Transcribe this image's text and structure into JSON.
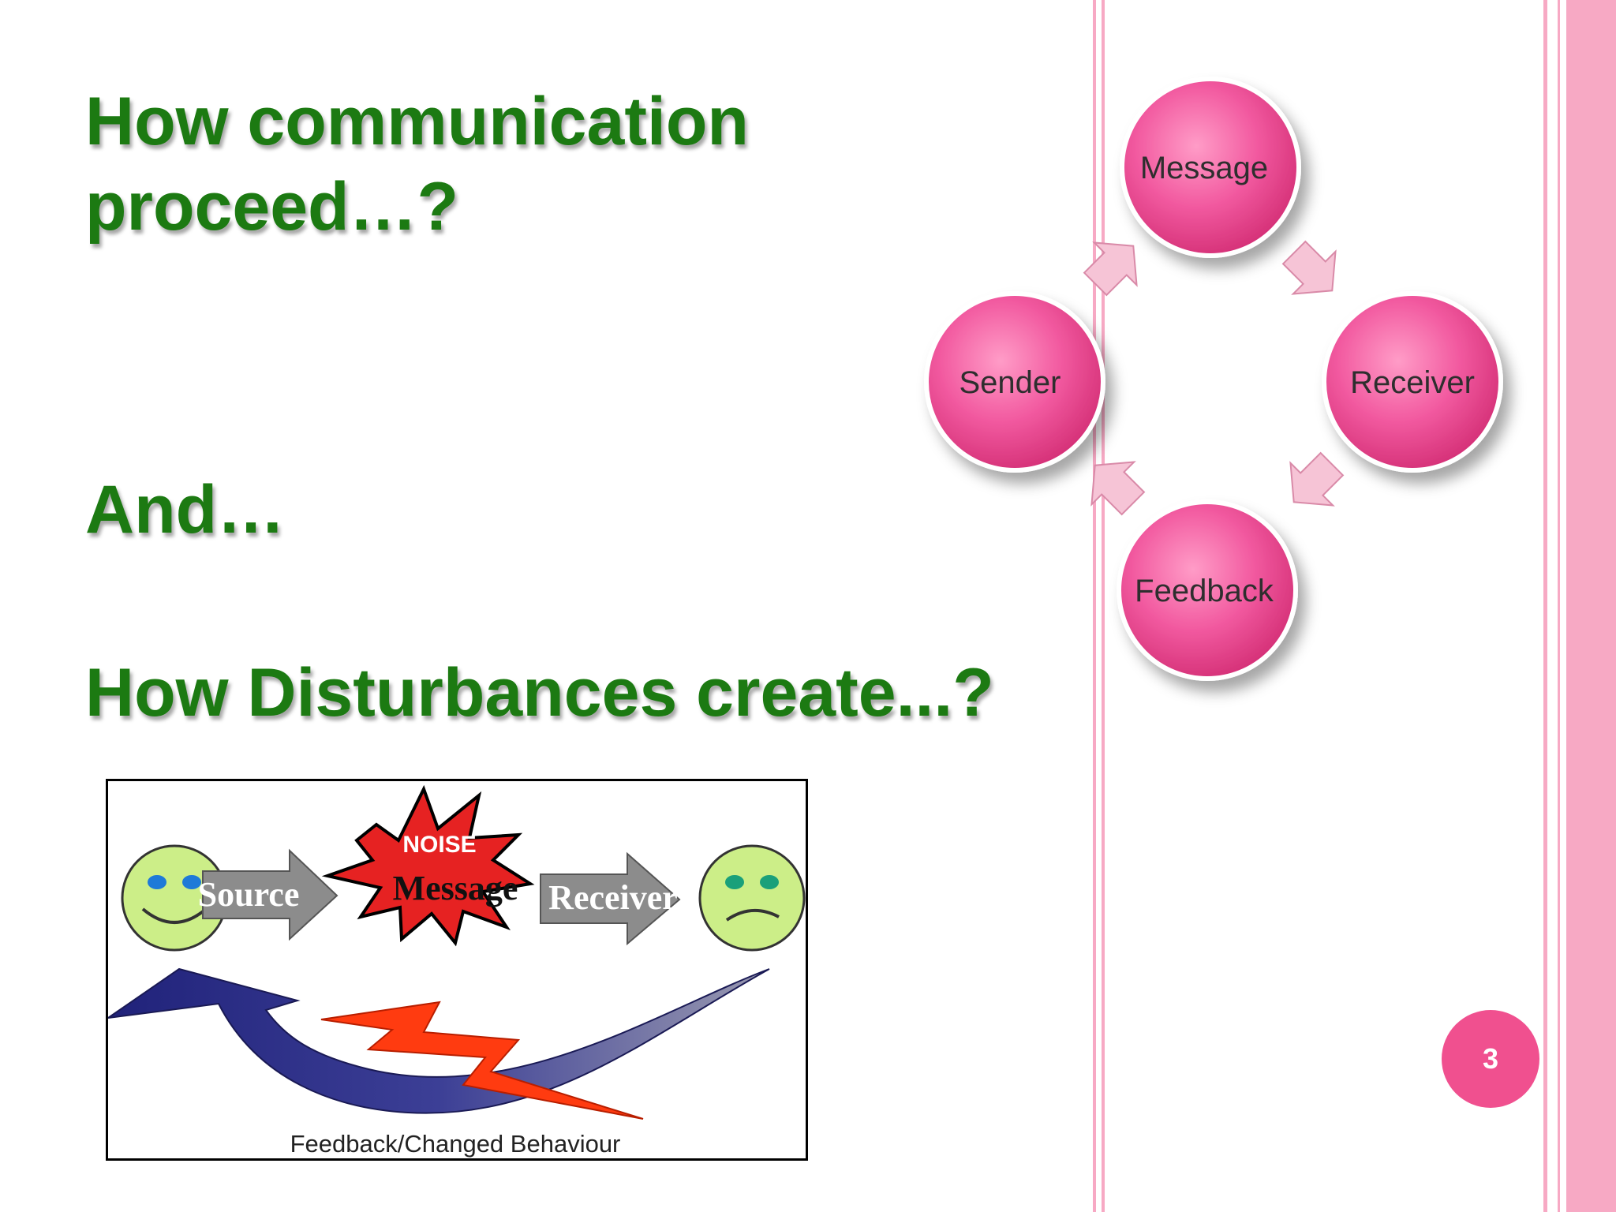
{
  "slide": {
    "title_line1": "How communication",
    "title_line2": "proceed…?",
    "and_text": "And…",
    "subtitle": "How Disturbances create...?",
    "page_number": "3"
  },
  "cycle_diagram": {
    "nodes": [
      "Message",
      "Receiver",
      "Feedback",
      "Sender"
    ],
    "node_color": "#f0559a",
    "arrow_color": "#f6c4d6"
  },
  "noise_diagram": {
    "source_label": "Source",
    "noise_label": "NOISE",
    "message_label": "Message",
    "receiver_label": "Receiver",
    "feedback_label": "Feedback/Changed Behaviour"
  },
  "colors": {
    "title": "#1c7a12",
    "accent_pink": "#f0508f",
    "stripe_pink": "#f7a9c4"
  }
}
